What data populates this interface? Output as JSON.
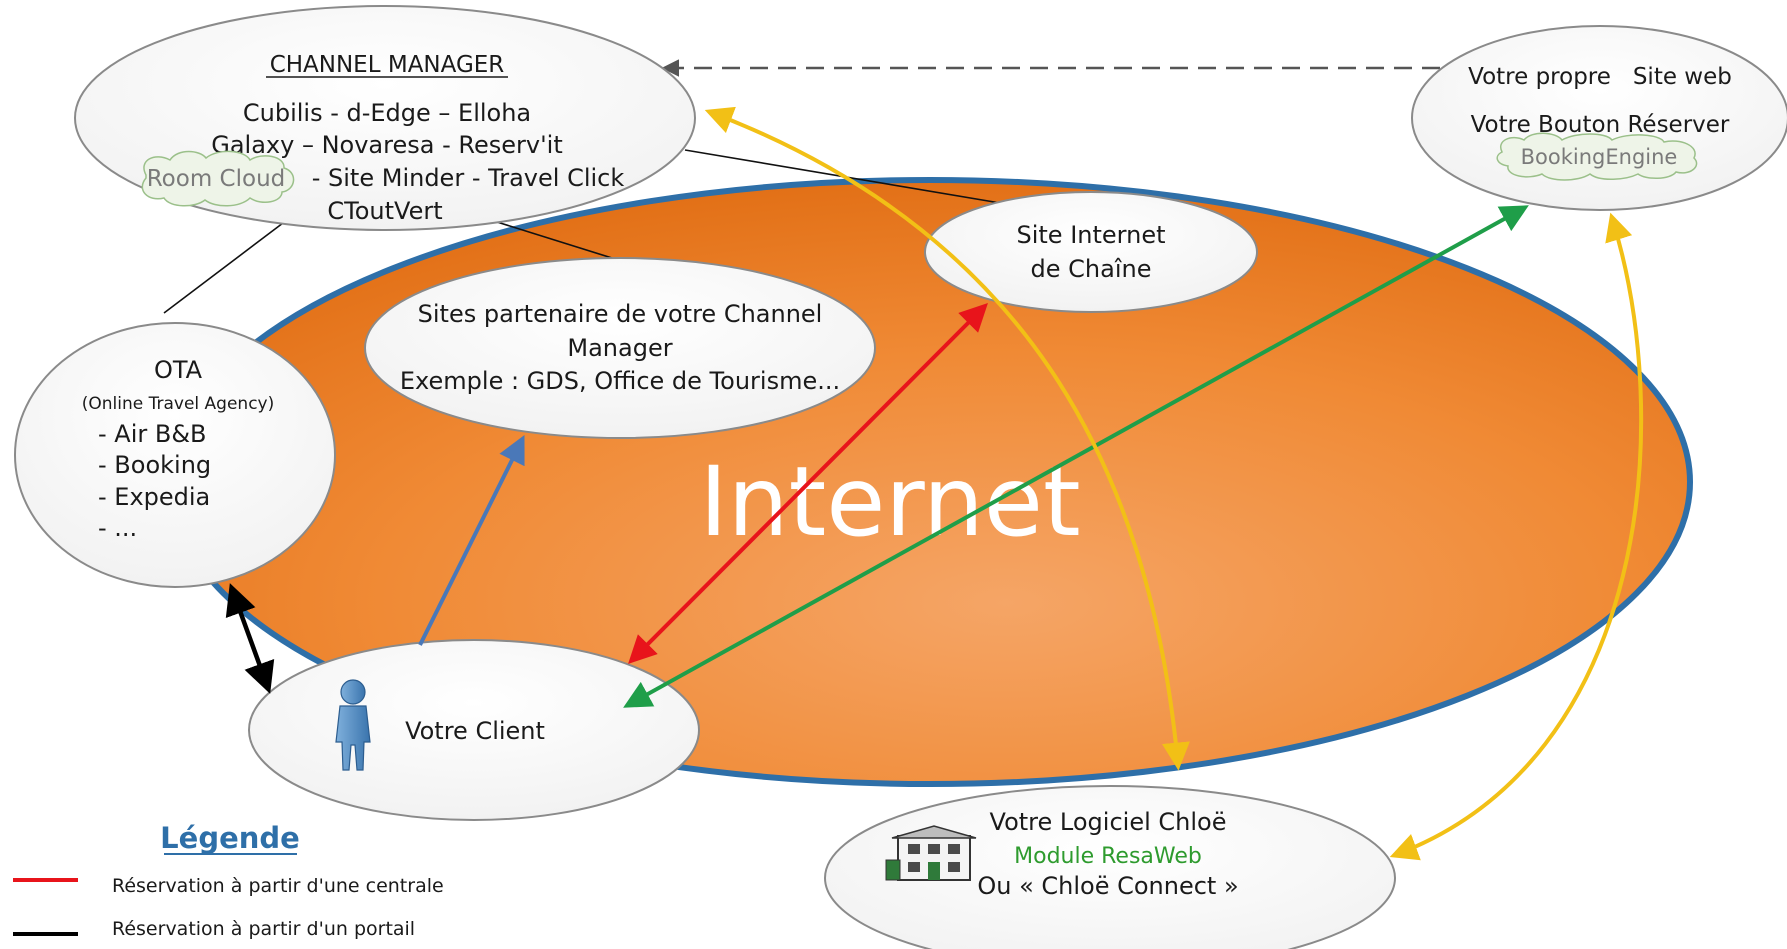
{
  "central_label": "Internet",
  "channel_manager": {
    "title": "CHANNEL MANAGER",
    "line1": "Cubilis - d-Edge – Elloha",
    "line2": "Galaxy – Novaresa - Reserv'it",
    "cloud_tag": "Room Cloud",
    "line3_rest": "- Site Minder - Travel Click",
    "line4": "CToutVert"
  },
  "own_site": {
    "line1": "Votre propre   Site web",
    "line2": "Votre Bouton Réserver",
    "cloud_tag": "BookingEngine"
  },
  "chain_site": {
    "line1": "Site Internet",
    "line2": "de Chaîne"
  },
  "partner_sites": {
    "line1": "Sites partenaire de votre Channel",
    "line2": "Manager",
    "line3": "Exemple : GDS, Office de Tourisme..."
  },
  "ota": {
    "title": "OTA",
    "subtitle": "(Online Travel Agency)",
    "items": [
      "- Air B&B",
      "- Booking",
      "- Expedia",
      "- ..."
    ]
  },
  "client": {
    "label": "Votre Client"
  },
  "chloe": {
    "line1": "Votre Logiciel Chloë",
    "line2": "Module ResaWeb",
    "line3": "Ou « Chloë Connect »"
  },
  "legend": {
    "title": "Légende",
    "items": [
      {
        "label": "Réservation à partir d'une centrale",
        "color": "#e8141b"
      },
      {
        "label": "Réservation à partir d'un portail",
        "color": "#000000"
      }
    ]
  },
  "colors": {
    "internet_fill": "#f07f1e",
    "internet_border": "#2e6fa8",
    "central_booking": "#e8141b",
    "portal_booking": "#000000",
    "own_site_booking": "#1f9e49",
    "sync": "#f2c016",
    "partner_link": "#4a78b8",
    "module_text": "#2e9b2e",
    "legend_title": "#2e6fa8"
  }
}
